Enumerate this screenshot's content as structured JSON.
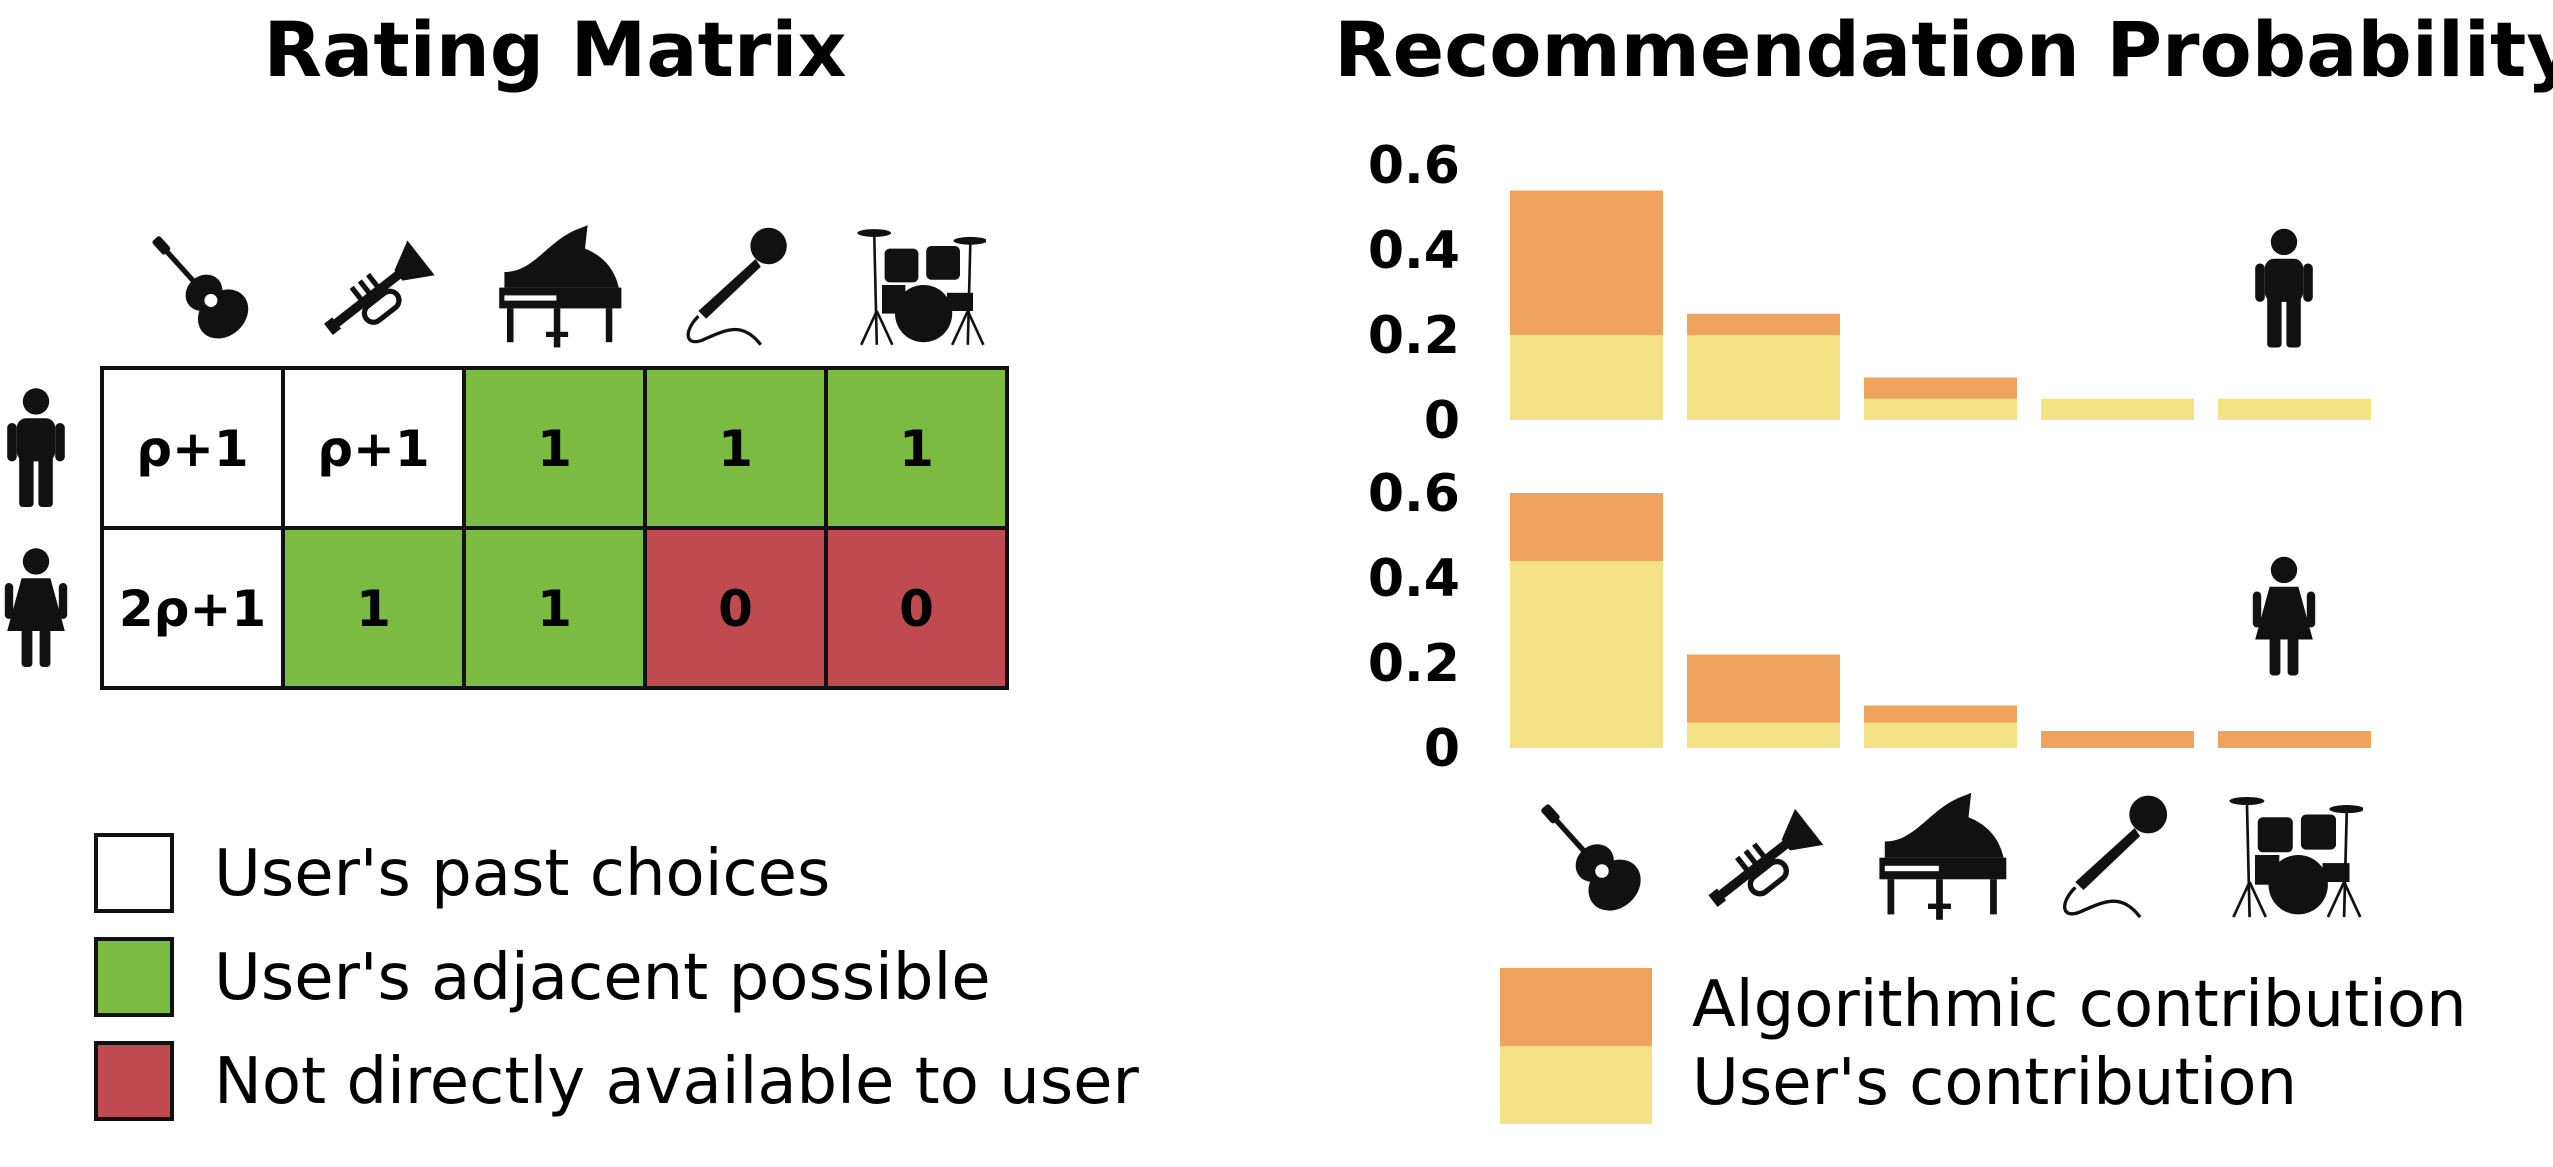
{
  "left_panel": {
    "title": "Rating Matrix",
    "items": [
      "guitar",
      "trumpet",
      "grand-piano",
      "microphone",
      "drum-kit"
    ],
    "users": [
      "man",
      "woman"
    ],
    "matrix": [
      [
        {
          "value": "ρ+1",
          "state": "past"
        },
        {
          "value": "ρ+1",
          "state": "past"
        },
        {
          "value": "1",
          "state": "adjacent"
        },
        {
          "value": "1",
          "state": "adjacent"
        },
        {
          "value": "1",
          "state": "adjacent"
        }
      ],
      [
        {
          "value": "2ρ+1",
          "state": "past"
        },
        {
          "value": "1",
          "state": "adjacent"
        },
        {
          "value": "1",
          "state": "adjacent"
        },
        {
          "value": "0",
          "state": "unavailable"
        },
        {
          "value": "0",
          "state": "unavailable"
        }
      ]
    ],
    "legend": [
      {
        "label": "User's past choices",
        "state": "past"
      },
      {
        "label": "User's adjacent possible",
        "state": "adjacent"
      },
      {
        "label": "Not directly available to user",
        "state": "unavailable"
      }
    ]
  },
  "right_panel": {
    "title": "Recommendation Probability",
    "legend": [
      {
        "label": "Algorithmic contribution",
        "key": "algorithmic"
      },
      {
        "label": "User's contribution",
        "key": "user"
      }
    ]
  },
  "chart_data": [
    {
      "type": "bar",
      "stacked": true,
      "user_icon": "man",
      "categories": [
        "guitar",
        "trumpet",
        "grand-piano",
        "microphone",
        "drum-kit"
      ],
      "ylim": [
        0,
        0.6
      ],
      "yticks": [
        "0.6",
        "0.4",
        "0.2",
        "0"
      ],
      "series": [
        {
          "name": "User's contribution",
          "key": "user",
          "values": [
            0.2,
            0.2,
            0.05,
            0.05,
            0.05
          ]
        },
        {
          "name": "Algorithmic contribution",
          "key": "algorithmic",
          "values": [
            0.34,
            0.05,
            0.05,
            0.0,
            0.0
          ]
        }
      ]
    },
    {
      "type": "bar",
      "stacked": true,
      "user_icon": "woman",
      "categories": [
        "guitar",
        "trumpet",
        "grand-piano",
        "microphone",
        "drum-kit"
      ],
      "ylim": [
        0,
        0.6
      ],
      "yticks": [
        "0.6",
        "0.4",
        "0.2",
        "0"
      ],
      "series": [
        {
          "name": "User's contribution",
          "key": "user",
          "values": [
            0.44,
            0.06,
            0.06,
            0.0,
            0.0
          ]
        },
        {
          "name": "Algorithmic contribution",
          "key": "algorithmic",
          "values": [
            0.16,
            0.16,
            0.04,
            0.04,
            0.04
          ]
        }
      ]
    }
  ],
  "colors": {
    "past": "#ffffff",
    "adjacent": "#7bbb42",
    "unavailable": "#bf4b51",
    "algorithmic": "#f0a35d",
    "user": "#f4e285",
    "ink": "#111111"
  }
}
